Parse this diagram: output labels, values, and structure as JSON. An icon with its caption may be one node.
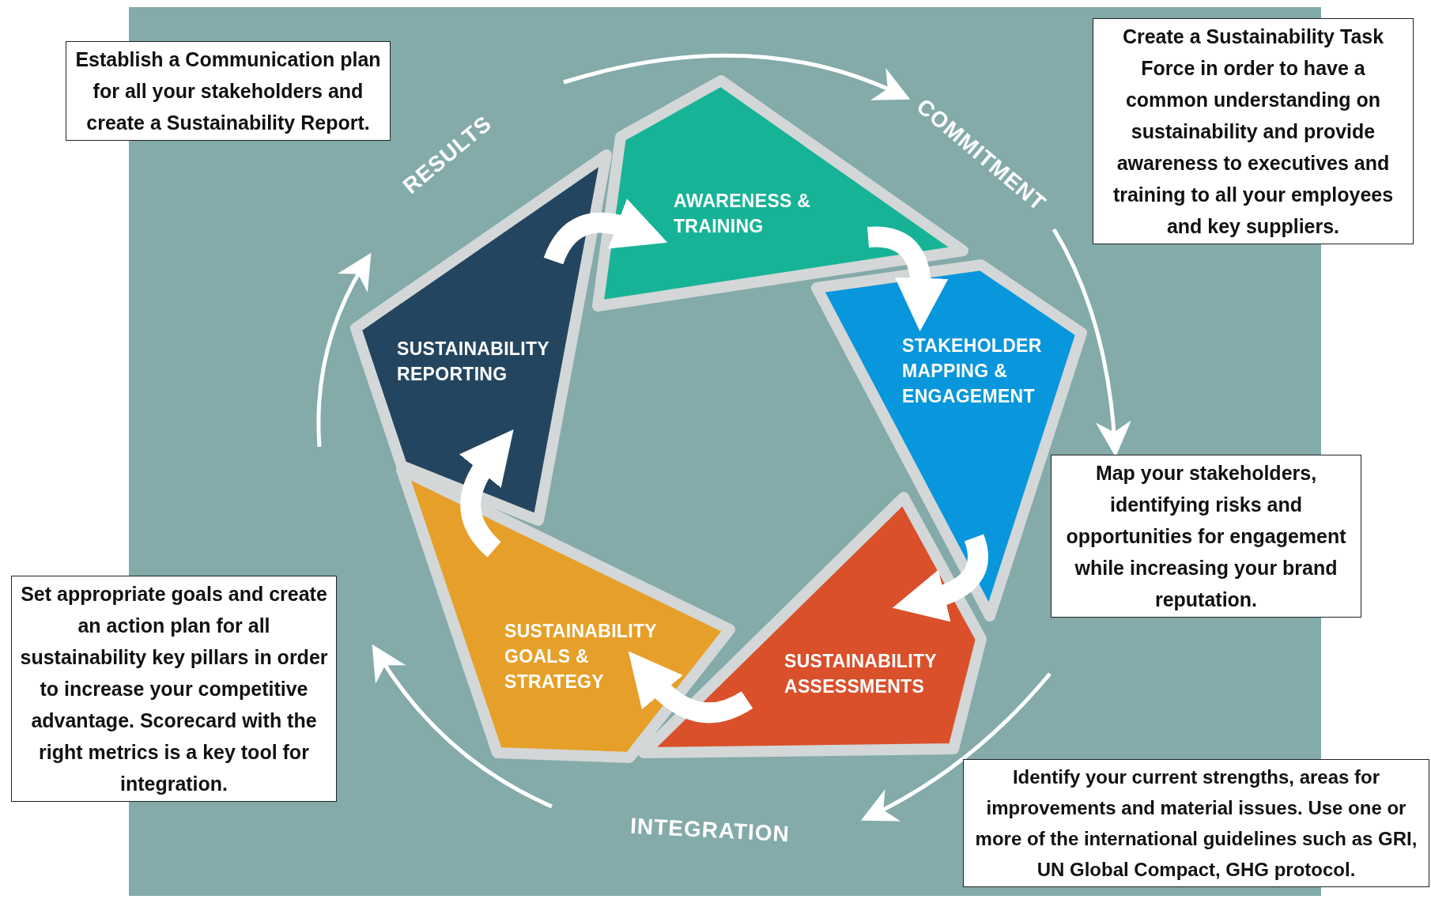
{
  "diagram": {
    "nodes": [
      {
        "text": [
          "Establish a Communication plan for all your stakeholders and create a Sustainability Report."
        ]
      },
      {
        "text": [
          "Create a Sustainability Task Force in order to have a common understanding on sustainability and provide awareness to executives and training to all your employees and key suppliers."
        ]
      },
      {
        "text": [
          "AWARENESS & TRAINING"
        ]
      },
      {
        "text": [
          "SUSTAINABILITY REPORTING"
        ]
      },
      {
        "text": [
          "STAKEHOLDER MAPPING & ENGAGEMENT"
        ]
      },
      {
        "text": [
          "Map your stakeholders, identifying risks and opportunities for engagement  while increasing your brand reputation."
        ]
      },
      {
        "text": [
          "SUSTAINABILITY GOALS & STRATEGY"
        ]
      },
      {
        "text": [
          "SUSTAINABILITY ASSESSMENTS"
        ]
      },
      {
        "text": [
          "Set appropriate goals and create an action plan for all sustainability key pillars in order to increase your competitive advantage. Scorecard with the right metrics is a key tool for integration."
        ]
      },
      {
        "text": [
          "Identify your current strengths, areas for improvements and material issues. Use one or more of the international guidelines such as GRI, UN Global Compact, GHG protocol."
        ]
      }
    ],
    "edges": [
      {
        "from": 3,
        "to": 2,
        "arrow": "to"
      },
      {
        "from": 2,
        "to": 4,
        "arrow": "to"
      },
      {
        "from": 4,
        "to": 7,
        "arrow": "to"
      },
      {
        "from": 7,
        "to": 6,
        "arrow": "to"
      },
      {
        "from": 6,
        "to": 3,
        "arrow": "to"
      }
    ],
    "labels": [
      "RESULTS",
      "COMMITMENT",
      "INTEGRATION"
    ]
  }
}
